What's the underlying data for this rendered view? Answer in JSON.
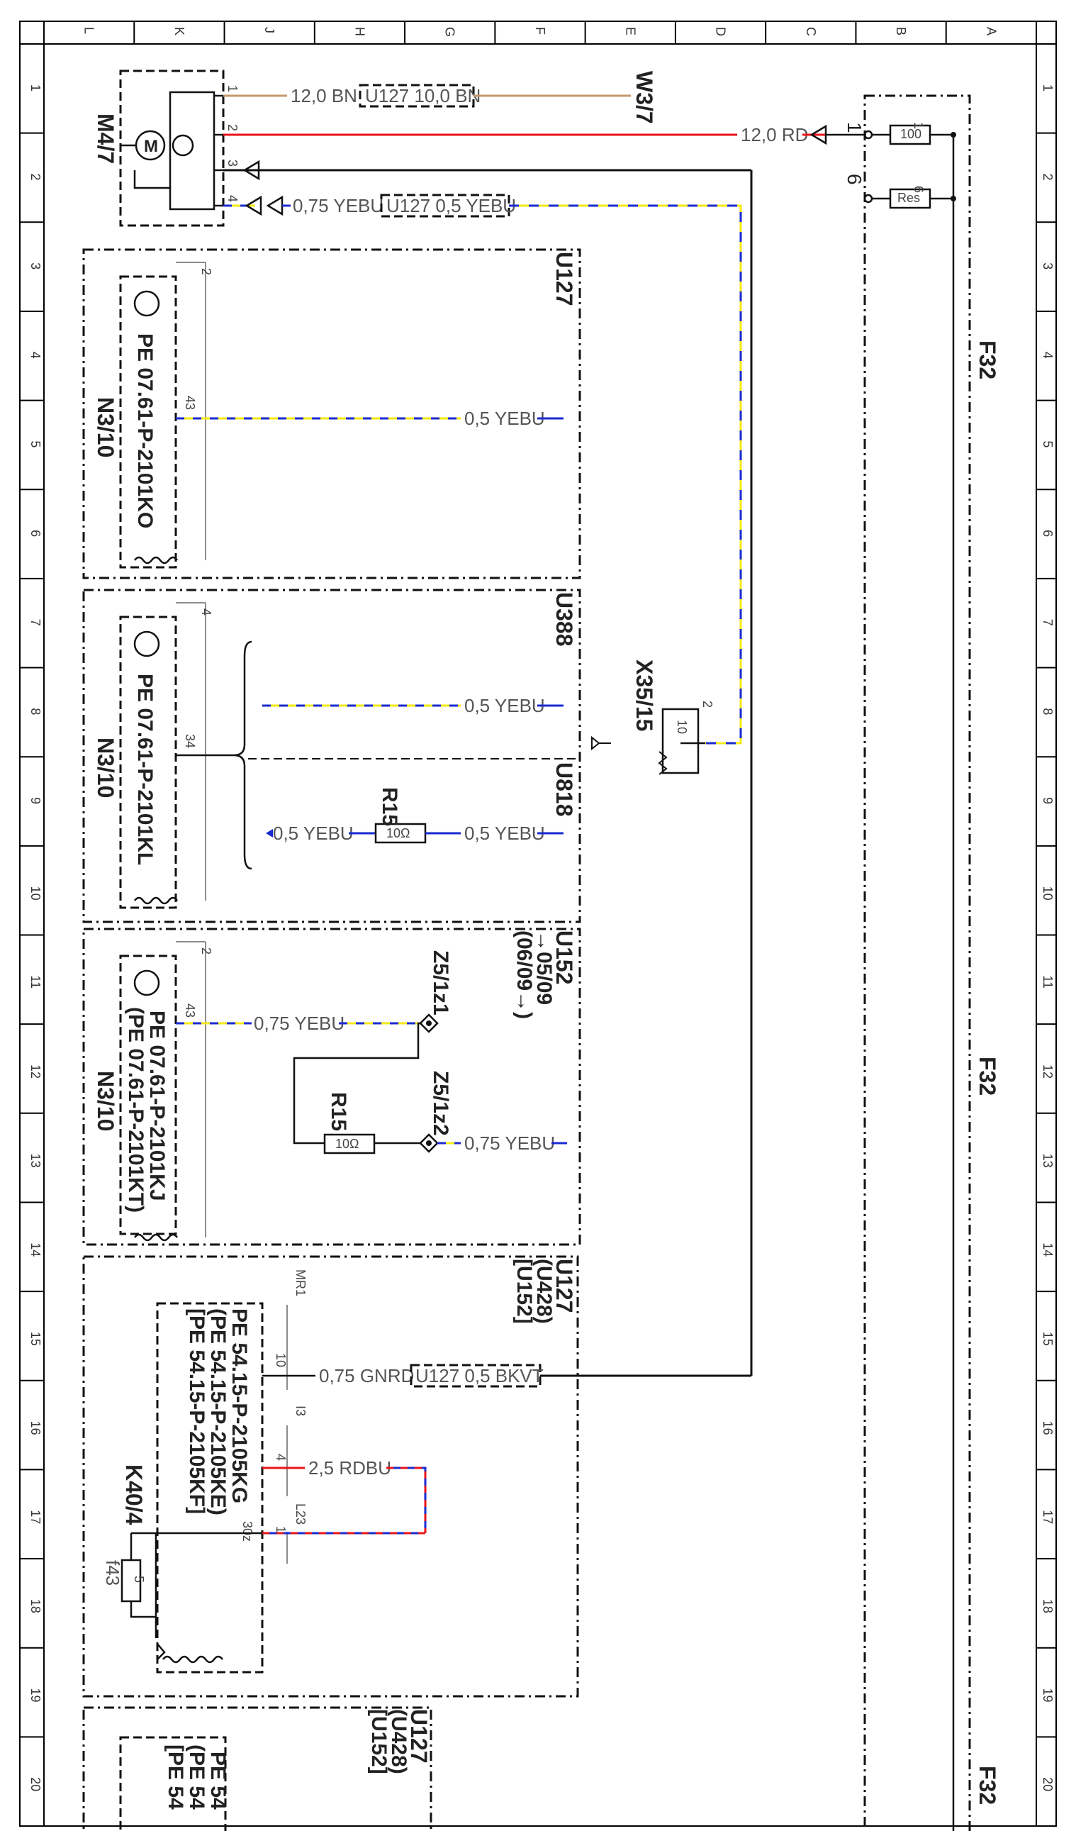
{
  "grid": {
    "columns": [
      "L",
      "K",
      "J",
      "H",
      "G",
      "F",
      "E",
      "D",
      "C",
      "B",
      "A"
    ],
    "rows": [
      "1",
      "2",
      "3",
      "4",
      "5",
      "6",
      "7",
      "8",
      "9",
      "10",
      "11",
      "12",
      "13",
      "14",
      "15",
      "16",
      "17",
      "18",
      "19",
      "20"
    ]
  },
  "components": {
    "m4_7": "M4/7",
    "w3_7": "W3/7",
    "f32_a": "F32",
    "f32_b": "F32",
    "f32_c": "F32",
    "x35_15": "X35/15",
    "r15_a": "R15",
    "r15_b": "R15",
    "z5_1z1": "Z5/1z1",
    "z5_1z2": "Z5/1z2",
    "k40_4": "K40/4",
    "n3_10_a": "N3/10",
    "n3_10_b": "N3/10",
    "n3_10_c": "N3/10",
    "f43": "f43"
  },
  "variants": {
    "u127_a": "U127",
    "u388": "U388",
    "u818": "U818",
    "u152_top": "U152",
    "u152_date1": "→05/09",
    "u152_date2": "(06/09→)",
    "u127_b": "U127",
    "u428_b": "(U428)",
    "u152_b": "[U152]",
    "u127_c": "U127",
    "u428_c": "(U428)",
    "u152_c": "[U152]"
  },
  "wires": {
    "w1": "12,0 BN",
    "w1_alt": "U127 10,0 BN",
    "w2": "12,0 RD",
    "w4": "0,75 YEBU",
    "w4_alt": "U127 0,5 YEBU",
    "w5": "0,5 YEBU",
    "w8": "0,5 YEBU",
    "w9a": "0,5 YEBU",
    "w9b": "0,5 YEBU",
    "w11": "0,75 YEBU",
    "w13": "0,75 YEBU",
    "w15": "0,75 GNRD",
    "w15_alt": "U127 0,5 BKVT",
    "w16": "2,5 RDBU"
  },
  "references": {
    "n3_10_a": "PE 07.61-P-2101KO",
    "n3_10_b": "PE 07.61-P-2101KL",
    "n3_10_c1": "PE 07.61-P-2101KJ",
    "n3_10_c2": "(PE 07.61-P-2101KT)",
    "k40_a": "PE 54.15-P-2105KG",
    "k40_b": "(PE 54.15-P-2105KE)",
    "k40_c": "[PE 54.15-P-2105KF]",
    "k_bottom_a": "PE 54",
    "k_bottom_b": "(PE 54",
    "k_bottom_c": "[PE 54"
  },
  "pins": {
    "m4_1": "1",
    "m4_2": "2",
    "m4_3": "3",
    "m4_4": "4",
    "f32_1": "1",
    "f32_6": "6",
    "fuse_1": "1",
    "fuse_6": "6",
    "fuse_100": "100",
    "fuse_res": "Res",
    "n3a_43": "43",
    "n3a_2": "2",
    "n3b_34": "34",
    "n3b_4": "4",
    "n3c_43": "43",
    "n3c_2": "2",
    "x35_2": "2",
    "x35_10": "10",
    "k40_10": "10",
    "k40_4": "4",
    "k40_1": "1",
    "k40_30z": "30z",
    "k40_mr1": "MR1",
    "k40_i3": "I3",
    "k40_l23": "L23",
    "f43_5": "5",
    "r15_a_val": "10Ω",
    "r15_b_val": "10Ω"
  },
  "colors": {
    "brown": "#c49a6c",
    "red": "#e8141a",
    "blue": "#1a2bd0",
    "yellow": "#f6e812",
    "black": "#111111"
  }
}
